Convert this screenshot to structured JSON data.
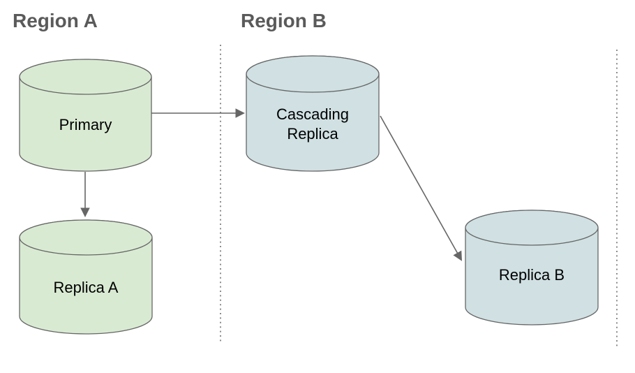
{
  "regions": {
    "a": {
      "label": "Region A"
    },
    "b": {
      "label": "Region B"
    }
  },
  "nodes": {
    "primary": {
      "label": "Primary"
    },
    "replica_a": {
      "label": "Replica A"
    },
    "cascading_replica": {
      "label_line1": "Cascading",
      "label_line2": "Replica"
    },
    "replica_b": {
      "label": "Replica B"
    }
  },
  "edges": [
    {
      "from": "primary",
      "to": "cascading_replica"
    },
    {
      "from": "primary",
      "to": "replica_a"
    },
    {
      "from": "cascading_replica",
      "to": "replica_b"
    }
  ],
  "colors": {
    "region_a_node_fill": "#d9ead3",
    "region_b_node_fill": "#d0e0e3",
    "node_stroke": "#666666",
    "node_text": "#000000",
    "region_title_text": "#5a5a5a",
    "arrow": "#666666",
    "boundary_dots": "#7f7f7f"
  }
}
